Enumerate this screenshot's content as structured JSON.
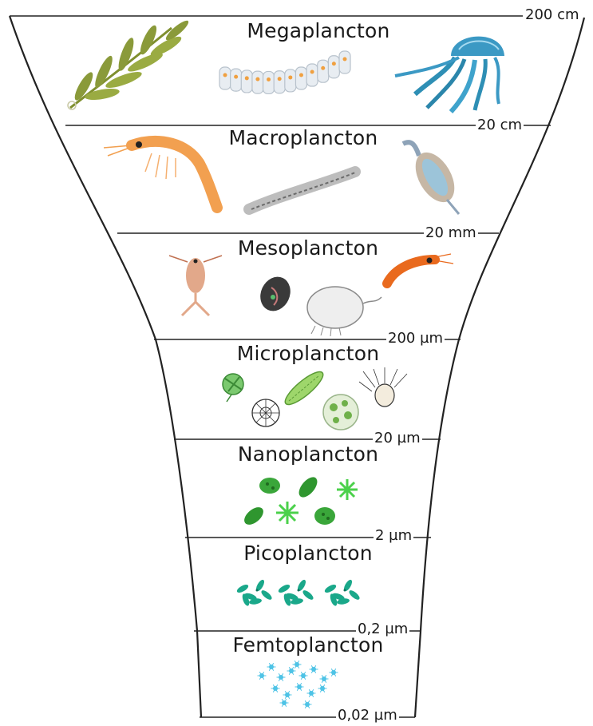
{
  "levels": [
    {
      "name": "Megaplancton",
      "upper_bound": "200 cm"
    },
    {
      "name": "Macroplancton",
      "upper_bound": "20 cm"
    },
    {
      "name": "Mesoplancton",
      "upper_bound": "20 mm"
    },
    {
      "name": "Microplancton",
      "upper_bound": "200 µm"
    },
    {
      "name": "Nanoplancton",
      "upper_bound": "20 µm"
    },
    {
      "name": "Picoplancton",
      "upper_bound": "2 µm"
    },
    {
      "name": "Femtoplancton",
      "upper_bound": "0,2 µm"
    }
  ],
  "bottom_bound": "0,02 µm",
  "illustrations": {
    "megaplancton": [
      "kelp",
      "salp-chain",
      "jellyfish"
    ],
    "macroplancton": [
      "krill",
      "pyrosome",
      "siphonophore"
    ],
    "mesoplancton": [
      "copepod",
      "ostracod",
      "ctenophore-larva",
      "shrimp"
    ],
    "microplancton": [
      "dinoflagellate",
      "diatom-radial",
      "pennate-diatom",
      "coccolith-cell",
      "tintinnid"
    ],
    "nanoplancton": [
      "green-cells",
      "star-cells"
    ],
    "picoplancton": [
      "bacteria-clusters"
    ],
    "femtoplancton": [
      "virus-particles"
    ]
  },
  "colors": {
    "line": "#222222",
    "kelp": "#8a9a3a",
    "jelly": "#2e8fb5",
    "krill": "#f2a050",
    "green": "#3aa63a",
    "pico": "#1aa88a",
    "virus": "#4ec3e6"
  }
}
